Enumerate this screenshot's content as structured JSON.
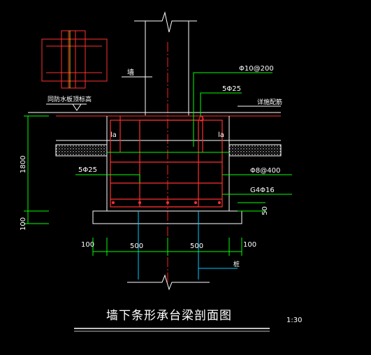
{
  "drawing": {
    "title": "墙下条形承台梁剖面图",
    "scale": "1:30",
    "labels": {
      "wall": "墙",
      "top_bar": "Φ10@200",
      "top_main": "5Φ25",
      "ground_floor": "同防水板顶标高",
      "detail_ref": "详施配筋",
      "la_left": "la",
      "la_right": "la",
      "bottom_main": "5Φ25",
      "stirrup": "Φ8@400",
      "side_bar": "G4Φ16",
      "pile": "桩"
    },
    "dimensions": {
      "height": "1800",
      "cushion": "100",
      "cover": "50",
      "left_edge": "100",
      "left_half": "500",
      "right_half": "500",
      "right_edge": "100"
    },
    "colors": {
      "background": "#000000",
      "line": "#ffffff",
      "rebar": "#ff3030",
      "leader_green": "#00ff00",
      "pile": "#00c8ff",
      "axis": "#ff2020",
      "dimension": "#00ff00"
    }
  }
}
